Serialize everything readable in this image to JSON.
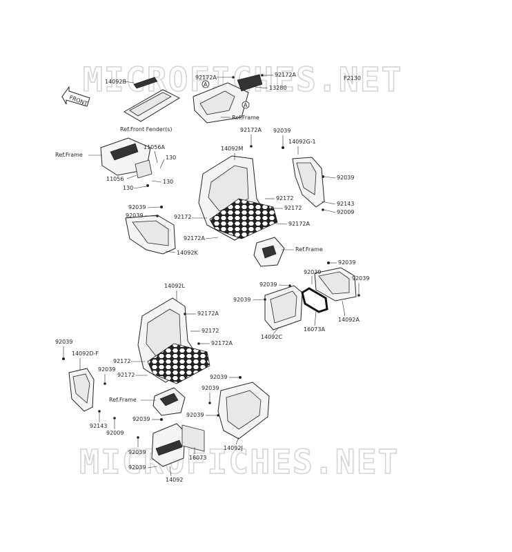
{
  "watermark": "MICROFICHES.NET",
  "figure_code": "F2130",
  "front_arrow": "FRONT",
  "refs": {
    "front_fender": "Ref.Front Fender(s)",
    "frame": "Ref.Frame",
    "circle_a": "A"
  },
  "labels": {
    "p14092B": "14092B",
    "p92172A_top_left": "92172A",
    "p92172A_top_right": "92172A",
    "p13280": "13280",
    "p11056A": "11056A",
    "p130_a": "130",
    "p11056": "11056",
    "p130_b": "130",
    "p130_c": "130",
    "p92172A_mid": "92172A",
    "p14092M": "14092M",
    "p92039_top": "92039",
    "p14092G1": "14092G-1",
    "p92039_right": "92039",
    "p92172_a": "92172",
    "p92172_b": "92172",
    "p92143_r": "92143",
    "p92009_r": "92009",
    "p92039_l1": "92039",
    "p92039_l2": "92039",
    "p92172_left": "92172",
    "p92172A_c": "92172A",
    "p92172A_left": "92172A",
    "p14092K": "14092K",
    "p92039_m1": "92039",
    "p92039_m2": "92039",
    "p92039_m3": "92039",
    "p92039_m4": "92039",
    "p92039_m5": "92039",
    "p14092C": "14092C",
    "p16073A": "16073A",
    "p14092A": "14092A",
    "p14092L": "14092L",
    "p92172A_lower": "92172A",
    "p92172_lower1": "92172",
    "p92172A_lower2": "92172A",
    "p92039_lw": "92039",
    "p14092DF": "14092D-F",
    "p92172_ll1": "92172",
    "p92039_ll": "92039",
    "p92172_ll2": "92172",
    "p92143_l": "92143",
    "p92009_l": "92009",
    "p92039_b1": "92039",
    "p92039_b2": "92039",
    "p92039_b3": "92039",
    "p92039_b4": "92039",
    "p16073": "16073",
    "p92039_b5": "92039",
    "p92039_b6": "92039",
    "p14092J": "14092J",
    "p14092": "14092"
  }
}
